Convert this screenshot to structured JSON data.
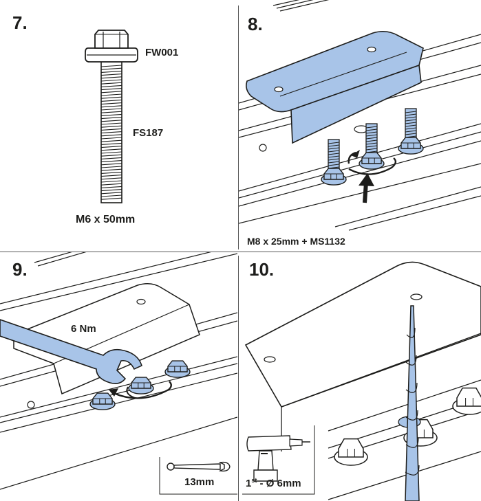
{
  "steps": [
    {
      "number": "7.",
      "labels": {
        "washer": "FW001",
        "screw": "FS187",
        "size": "M6 x 50mm"
      }
    },
    {
      "number": "8.",
      "labels": {
        "parts": "M8 x 25mm + MS1132"
      }
    },
    {
      "number": "9.",
      "labels": {
        "torque": "6 Nm",
        "wrench": "13mm"
      }
    },
    {
      "number": "10.",
      "labels": {
        "drill_ord": "1",
        "drill_sup": "st",
        "drill_rest": " - Ø 6mm"
      }
    }
  ],
  "colors": {
    "part_fill": "#a8c4e8",
    "line": "#1d1d1b",
    "accent": "#1d1d1b"
  },
  "icons": [
    "bolt-icon",
    "bracket-icon",
    "arrow-up-icon",
    "rotate-arrow-icon",
    "wrench-icon",
    "drill-icon",
    "drill-bit-icon"
  ]
}
